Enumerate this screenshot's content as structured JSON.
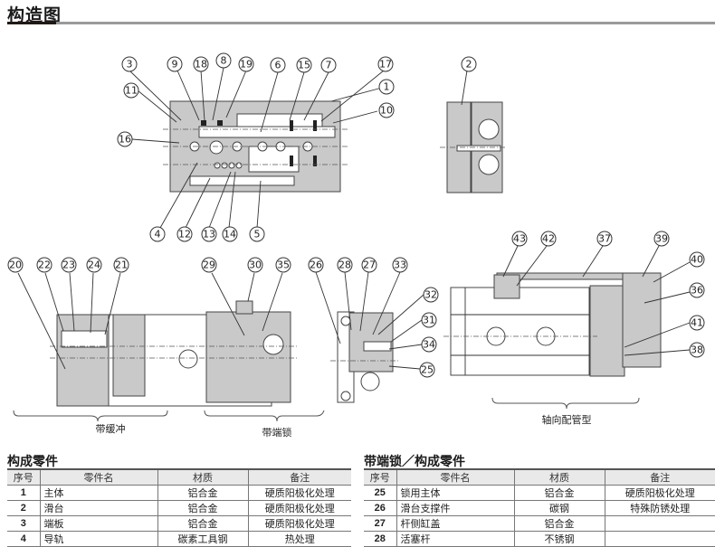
{
  "page": {
    "section_title": "构造图",
    "captions": {
      "cushion": "带缓冲",
      "end_lock": "带端锁",
      "axial_piping": "轴向配管型"
    }
  },
  "callouts": {
    "main": [
      "3",
      "9",
      "18",
      "8",
      "19",
      "6",
      "15",
      "7",
      "17",
      "11",
      "1",
      "10",
      "16",
      "4",
      "12",
      "13",
      "14",
      "5"
    ],
    "side": [
      "2"
    ],
    "cushion": [
      "20",
      "22",
      "23",
      "24",
      "21"
    ],
    "lock": [
      "29",
      "30",
      "35"
    ],
    "lock_side": [
      "26",
      "28",
      "27",
      "33",
      "32",
      "31",
      "34",
      "25"
    ],
    "axial": [
      "43",
      "42",
      "37",
      "39",
      "40",
      "36",
      "41",
      "38"
    ]
  },
  "tables": {
    "parts": {
      "title": "构成零件",
      "headers": [
        "序号",
        "零件名",
        "材质",
        "备注"
      ],
      "rows": [
        {
          "no": "1",
          "name": "主体",
          "material": "铝合金",
          "note": "硬质阳极化处理"
        },
        {
          "no": "2",
          "name": "滑台",
          "material": "铝合金",
          "note": "硬质阳极化处理"
        },
        {
          "no": "3",
          "name": "端板",
          "material": "铝合金",
          "note": "硬质阳极化处理"
        },
        {
          "no": "4",
          "name": "导轨",
          "material": "碳素工具钢",
          "note": "热处理"
        }
      ]
    },
    "lock_parts": {
      "title": "带端锁／构成零件",
      "headers": [
        "序号",
        "零件名",
        "材质",
        "备注"
      ],
      "rows": [
        {
          "no": "25",
          "name": "锁用主体",
          "material": "铝合金",
          "note": "硬质阳极化处理"
        },
        {
          "no": "26",
          "name": "滑台支撑件",
          "material": "碳钢",
          "note": "特殊防锈处理"
        },
        {
          "no": "27",
          "name": "杆侧缸盖",
          "material": "铝合金",
          "note": ""
        },
        {
          "no": "28",
          "name": "活塞杆",
          "material": "不锈钢",
          "note": ""
        }
      ]
    }
  },
  "colors": {
    "body_fill": "#c9c9c9",
    "title_rule_dark": "#231815",
    "title_rule_light": "#9a9a9a",
    "table_header_bg": "#e9e9e9"
  }
}
